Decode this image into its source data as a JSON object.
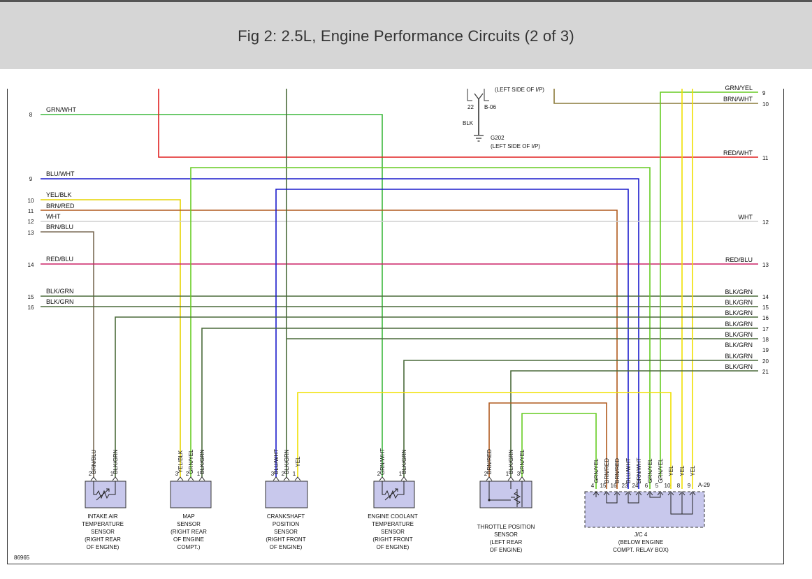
{
  "header": {
    "title": "Fig 2: 2.5L, Engine Performance Circuits (2 of 3)"
  },
  "colors": {
    "GRN/WHT": "#3db83d",
    "RED/WHT": "#e02020",
    "BLU/WHT": "#1a1acc",
    "YEL/BLK": "#e6d400",
    "BRN/RED": "#b05a1e",
    "WHT": "#cfcfcf",
    "BRN/BLU": "#7a6a55",
    "RED/BLU": "#cc2266",
    "BLK/GRN": "#4a6a3a",
    "GRN/YEL": "#66cc22",
    "YEL": "#f0e000",
    "BRN/WHT": "#8a7a3a",
    "BLK": "#333333"
  },
  "left_wires": [
    {
      "num": "8",
      "label": "GRN/WHT"
    },
    {
      "num": "9",
      "label": "BLU/WHT"
    },
    {
      "num": "10",
      "label": "YEL/BLK"
    },
    {
      "num": "11",
      "label": "BRN/RED"
    },
    {
      "num": "12",
      "label": "WHT"
    },
    {
      "num": "13",
      "label": "BRN/BLU"
    },
    {
      "num": "14",
      "label": "RED/BLU"
    },
    {
      "num": "15",
      "label": "BLK/GRN"
    },
    {
      "num": "16",
      "label": "BLK/GRN"
    }
  ],
  "right_wires": [
    {
      "num": "9",
      "label": "GRN/YEL"
    },
    {
      "num": "10",
      "label": "BRN/WHT"
    },
    {
      "num": "11",
      "label": "RED/WHT"
    },
    {
      "num": "12",
      "label": "WHT"
    },
    {
      "num": "13",
      "label": "RED/BLU"
    },
    {
      "num": "14",
      "label": "BLK/GRN"
    },
    {
      "num": "15",
      "label": "BLK/GRN"
    },
    {
      "num": "16",
      "label": "BLK/GRN"
    },
    {
      "num": "17",
      "label": "BLK/GRN"
    },
    {
      "num": "18",
      "label": "BLK/GRN"
    },
    {
      "num": "19",
      "label": "BLK/GRN"
    },
    {
      "num": "20",
      "label": "BLK/GRN"
    },
    {
      "num": "21",
      "label": "BLK/GRN"
    }
  ],
  "ground": {
    "partial_label": "(LEFT SIDE OF I/P)",
    "pin": "22",
    "connector": "B-06",
    "wire": "BLK",
    "name": "G202",
    "location": "(LEFT SIDE OF I/P)"
  },
  "components": [
    {
      "name_lines": [
        "INTAKE AIR",
        "TEMPERATURE",
        "SENSOR",
        "(RIGHT REAR",
        "OF ENGINE)"
      ],
      "pins": [
        {
          "num": "2",
          "wire": "BRN/BLU"
        },
        {
          "num": "1",
          "wire": "BLK/GRN"
        }
      ]
    },
    {
      "name_lines": [
        "MAP",
        "SENSOR",
        "(RIGHT REAR",
        "OF ENGINE",
        "COMPT.)"
      ],
      "pins": [
        {
          "num": "3",
          "wire": "YEL/BLK"
        },
        {
          "num": "2",
          "wire": "GRN/YEL"
        },
        {
          "num": "1",
          "wire": "BLK/GRN"
        }
      ]
    },
    {
      "name_lines": [
        "CRANKSHAFT",
        "POSITION",
        "SENSOR",
        "(RIGHT FRONT",
        "OF ENGINE)"
      ],
      "pins": [
        {
          "num": "3",
          "wire": "BLU/WHT"
        },
        {
          "num": "2",
          "wire": "BLK/GRN"
        },
        {
          "num": "1",
          "wire": "YEL"
        }
      ]
    },
    {
      "name_lines": [
        "ENGINE COOLANT",
        "TEMPERATURE",
        "SENSOR",
        "(RIGHT FRONT",
        "OF ENGINE)"
      ],
      "pins": [
        {
          "num": "2",
          "wire": "GRN/WHT"
        },
        {
          "num": "1",
          "wire": "BLK/GRN"
        }
      ]
    },
    {
      "name_lines": [
        "THROTTLE POSITION",
        "SENSOR",
        "(LEFT REAR",
        "OF ENGINE)"
      ],
      "pins": [
        {
          "num": "2",
          "wire": "BRN/RED"
        },
        {
          "num": "1",
          "wire": "BLK/GRN"
        },
        {
          "num": "3",
          "wire": "GRN/YEL"
        }
      ]
    },
    {
      "name_lines": [
        "J/C 4",
        "(BELOW ENGINE",
        "COMPT. RELAY BOX)"
      ],
      "connector": "A-29",
      "pins": [
        {
          "num": "4",
          "wire": "GRN/YEL"
        },
        {
          "num": "15",
          "wire": "BRN/RED"
        },
        {
          "num": "16",
          "wire": "BRN/RED"
        },
        {
          "num": "23",
          "wire": "BLU/WHT"
        },
        {
          "num": "24",
          "wire": "BRN/WHT"
        },
        {
          "num": "6",
          "wire": "GRN/YEL"
        },
        {
          "num": "5",
          "wire": "GRN/YEL"
        },
        {
          "num": "10",
          "wire": "YEL"
        },
        {
          "num": "8",
          "wire": "YEL"
        },
        {
          "num": "9",
          "wire": "YEL"
        }
      ]
    }
  ],
  "figure_id": "86965"
}
